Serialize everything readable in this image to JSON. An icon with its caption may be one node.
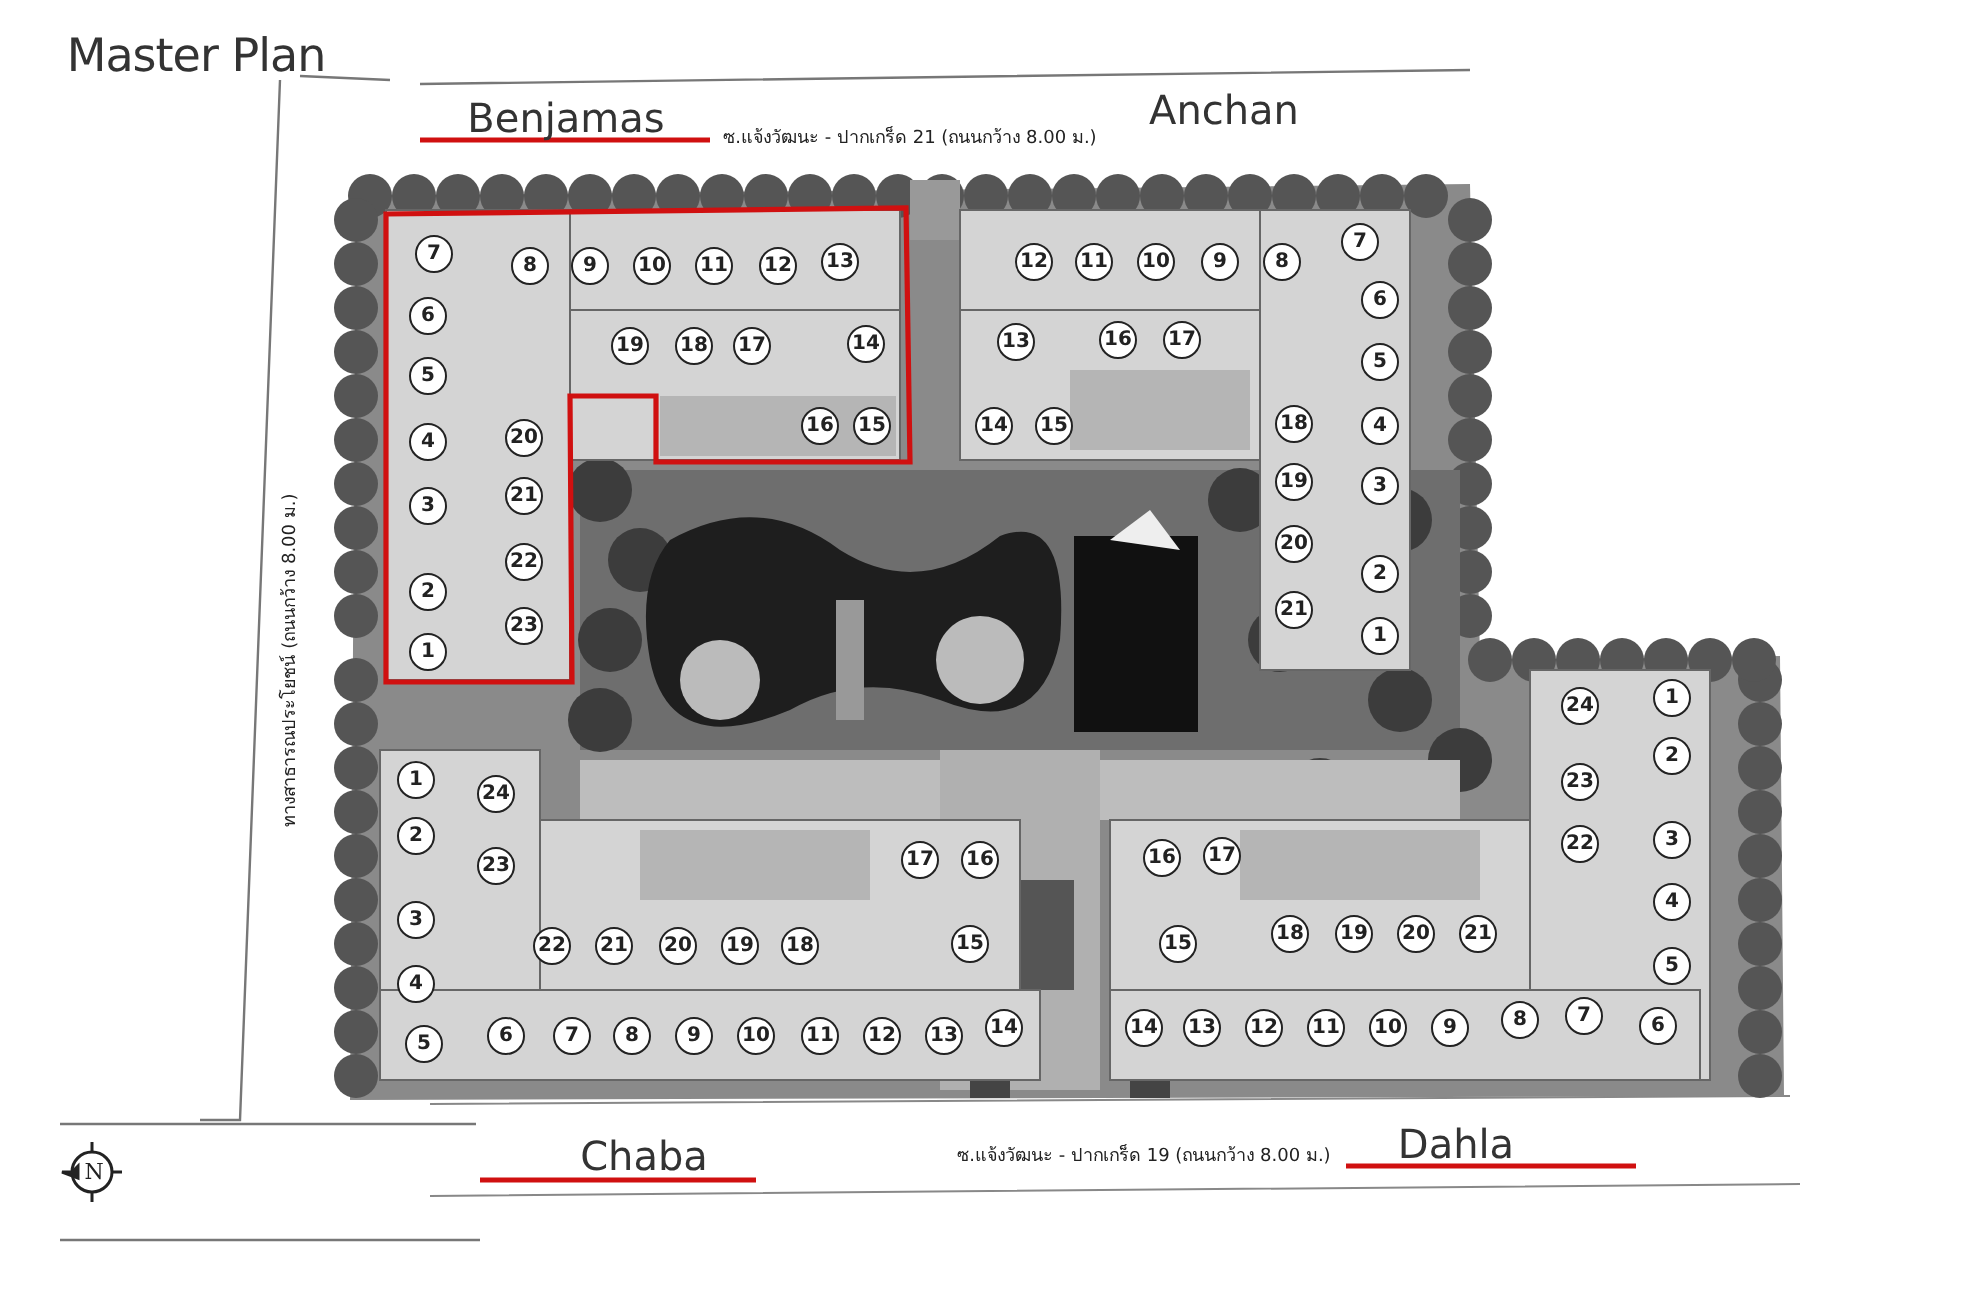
{
  "diagram": {
    "title": "Master Plan",
    "labels": [
      "Benjamas",
      "ซ.แจ้งวัฒนะ - ปากเกร็ด 21 (ถนนกว้าง 8.00 ม.)",
      "Anchan",
      "7",
      "8",
      "9",
      "10",
      "11",
      "12",
      "13",
      "6",
      "19",
      "18",
      "17",
      "14",
      "5",
      "16",
      "15",
      "4",
      "20",
      "3",
      "21",
      "22",
      "2",
      "23",
      "1",
      "12",
      "11",
      "10",
      "9",
      "8",
      "7",
      "6",
      "13",
      "16",
      "17",
      "5",
      "14",
      "15",
      "18",
      "4",
      "19",
      "3",
      "20",
      "2",
      "21",
      "1",
      "ทางสาธารณประโยชน์ (ถนนกว้าง 8.00 ม.)",
      "1",
      "24",
      "2",
      "23",
      "17",
      "16",
      "3",
      "22",
      "21",
      "20",
      "19",
      "18",
      "15",
      "4",
      "5",
      "6",
      "7",
      "8",
      "9",
      "10",
      "11",
      "12",
      "13",
      "14",
      "24",
      "1",
      "2",
      "23",
      "16",
      "17",
      "22",
      "3",
      "4",
      "15",
      "18",
      "19",
      "20",
      "21",
      "5",
      "14",
      "13",
      "12",
      "11",
      "10",
      "9",
      "8",
      "7",
      "6",
      "Chaba",
      "ซ.แจ้งวัฒนะ - ปากเกร็ด 19 (ถนนกว้าง 8.00 ม.)",
      "Dahla",
      "N"
    ]
  }
}
